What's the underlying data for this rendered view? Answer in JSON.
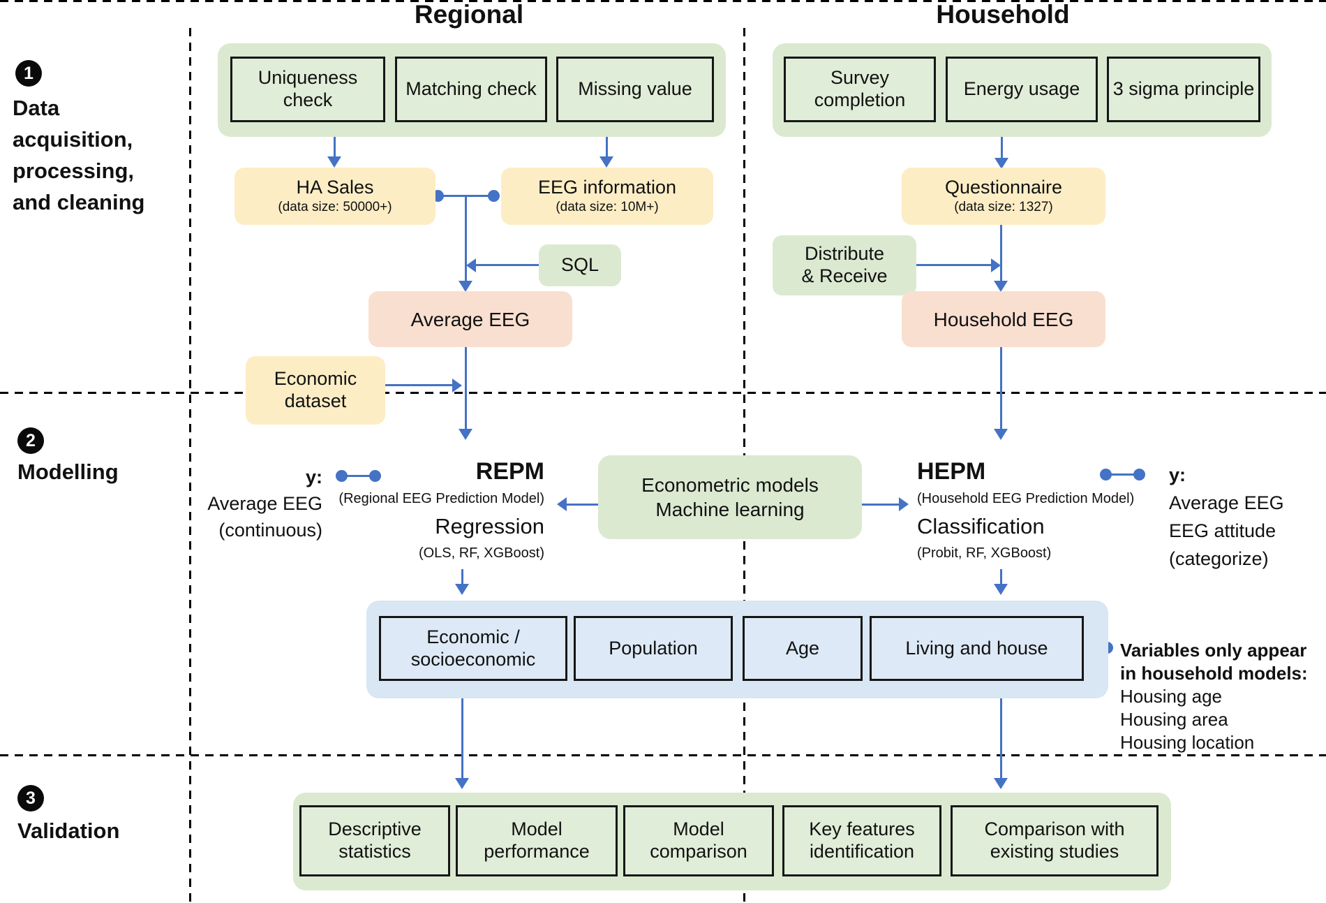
{
  "headers": {
    "regional": "Regional",
    "household": "Household"
  },
  "sidebar": {
    "step1": {
      "number": "1",
      "lines": [
        "Data",
        "acquisition,",
        "processing,",
        "and cleaning"
      ]
    },
    "step2": {
      "number": "2",
      "label": "Modelling"
    },
    "step3": {
      "number": "3",
      "label": "Validation"
    }
  },
  "regional": {
    "checks": [
      {
        "label": "Uniqueness check"
      },
      {
        "label": "Matching check"
      },
      {
        "label": "Missing value"
      }
    ],
    "ha_sales": {
      "title": "HA Sales",
      "subtitle": "(data size: 50000+)"
    },
    "eeg_information": {
      "title": "EEG information",
      "subtitle": "(data size: 10M+)"
    },
    "sql": {
      "label": "SQL"
    },
    "average_eeg": {
      "label": "Average EEG"
    },
    "economic_dataset": {
      "line1": "Economic",
      "line2": "dataset"
    },
    "repm": {
      "title": "REPM",
      "subtitle": "(Regional EEG Prediction Model)",
      "method": "Regression",
      "algorithms": "(OLS, RF, XGBoost)"
    },
    "target": {
      "label": "y:",
      "line1": "Average EEG",
      "line2": "(continuous)"
    }
  },
  "household": {
    "checks": [
      {
        "label": "Survey completion"
      },
      {
        "label": "Energy usage"
      },
      {
        "label": "3 sigma principle"
      }
    ],
    "questionnaire": {
      "title": "Questionnaire",
      "subtitle": "(data size: 1327)"
    },
    "distribute": {
      "line1": "Distribute",
      "line2": "& Receive"
    },
    "household_eeg": {
      "label": "Household EEG"
    },
    "hepm": {
      "title": "HEPM",
      "subtitle": "(Household EEG Prediction Model)",
      "method": "Classification",
      "algorithms": "(Probit, RF, XGBoost)"
    },
    "target": {
      "label": "y:",
      "line1": "Average EEG",
      "line2": "EEG attitude",
      "line3": "(categorize)"
    }
  },
  "modelling": {
    "methods_box": {
      "line1": "Econometric models",
      "line2": "Machine learning"
    },
    "variables": [
      {
        "label": "Economic / socioeconomic"
      },
      {
        "label": "Population"
      },
      {
        "label": "Age"
      },
      {
        "label": "Living and house"
      }
    ],
    "note": {
      "bold1": "Variables only appear",
      "bold2": "in household models:",
      "items": [
        "Housing age",
        "Housing area",
        "Housing location"
      ]
    }
  },
  "validation": {
    "boxes": [
      {
        "label": "Descriptive statistics"
      },
      {
        "label": "Model performance"
      },
      {
        "label": "Model comparison"
      },
      {
        "label": "Key features identification"
      },
      {
        "label": "Comparison with existing studies"
      }
    ]
  },
  "colors": {
    "green_fill": "#dbe9d1",
    "yellow_fill": "#fdedc5",
    "peach_fill": "#f9dfd0",
    "blue_fill": "#d9e6f3",
    "arrow_blue": "#4472c4"
  }
}
